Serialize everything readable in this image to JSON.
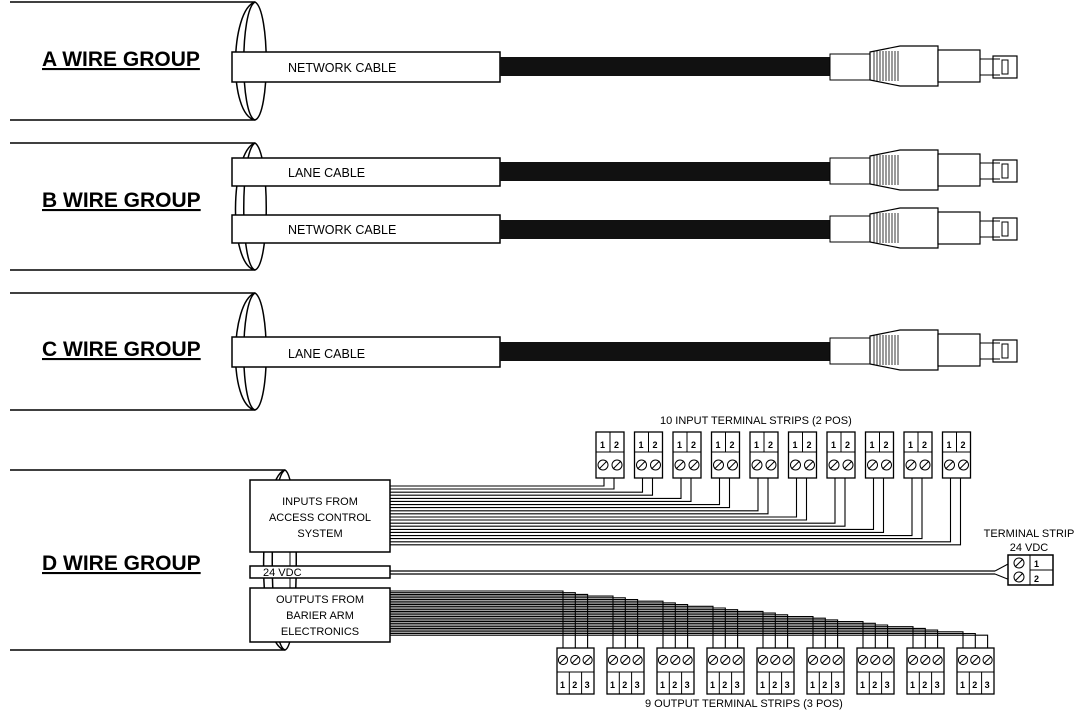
{
  "groups": {
    "a": {
      "title": "A WIRE GROUP",
      "cables": [
        "NETWORK CABLE"
      ]
    },
    "b": {
      "title": "B WIRE GROUP",
      "cables": [
        "LANE CABLE",
        "NETWORK CABLE"
      ]
    },
    "c": {
      "title": "C WIRE GROUP",
      "cables": [
        "LANE CABLE"
      ]
    },
    "d": {
      "title": "D WIRE GROUP",
      "inputs_label": [
        "INPUTS FROM",
        "ACCESS CONTROL",
        "SYSTEM"
      ],
      "vdc_label": "24 VDC",
      "outputs_label": [
        "OUTPUTS FROM",
        "BARIER ARM",
        "ELECTRONICS"
      ]
    }
  },
  "input_strips": {
    "label": "10 INPUT TERMINAL STRIPS  (2 POS)",
    "count": 10,
    "positions": [
      "1",
      "2"
    ]
  },
  "output_strips": {
    "label": "9 OUTPUT TERMINAL STRIPS  (3 POS)",
    "count": 9,
    "positions": [
      "1",
      "2",
      "3"
    ]
  },
  "power_strip": {
    "label": [
      "TERMINAL STRIP",
      "24 VDC"
    ],
    "positions": [
      "1",
      "2"
    ]
  },
  "icons": [
    "rj45-connector-icon",
    "screw-terminal-icon"
  ]
}
